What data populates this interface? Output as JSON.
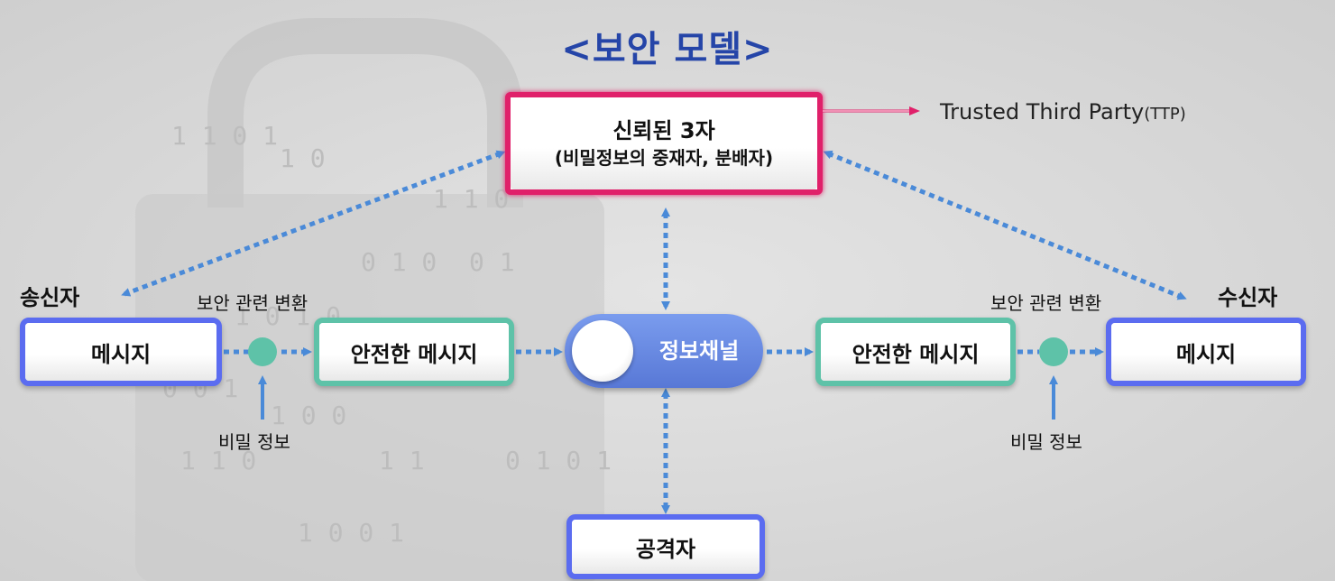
{
  "title": "<보안 모델>",
  "ttp": {
    "line1": "신뢰된 3자",
    "line2": "(비밀정보의 중재자, 분배자)",
    "label": "Trusted Third Party",
    "label_abbr": "(TTP)"
  },
  "sender": {
    "label": "송신자",
    "message": "메시지",
    "transform_label": "보안 관련 변환",
    "secure_message": "안전한 메시지",
    "secret_info": "비밀 정보"
  },
  "receiver": {
    "label": "수신자",
    "message": "메시지",
    "transform_label": "보안 관련 변환",
    "secure_message": "안전한 메시지",
    "secret_info": "비밀 정보"
  },
  "channel": {
    "label": "정보채널"
  },
  "attacker": {
    "label": "공격자"
  },
  "colors": {
    "title": "#2545a8",
    "blue_box": "#5b6cf0",
    "teal_box": "#5ec2a8",
    "ttp_border": "#e0206a",
    "arrow": "#4a8ad8",
    "channel": "#6a8ce6"
  },
  "background_digits": [
    "1 1 0 1",
    "1 0",
    "0 1 0",
    "1 1 0",
    "0 0 1",
    "1 0 0",
    "1 1",
    "0 1 0 1",
    "1 0 0 1",
    "1 0 1 0",
    "1 0 0",
    "0 1",
    "1 1 0"
  ]
}
